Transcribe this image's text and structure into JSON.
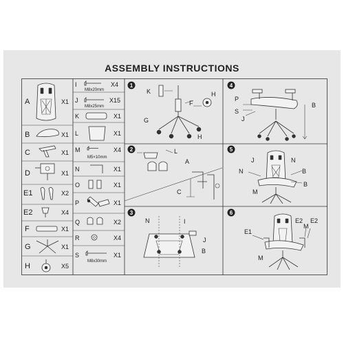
{
  "title": "ASSEMBLY INSTRUCTIONS",
  "parts_left": [
    {
      "letter": "A",
      "qty": "X1"
    },
    {
      "letter": "B",
      "qty": "X1"
    },
    {
      "letter": "C",
      "qty": "X1"
    },
    {
      "letter": "D",
      "qty": "X1"
    },
    {
      "letter": "E1",
      "qty": "X2"
    },
    {
      "letter": "E2",
      "qty": "X4"
    },
    {
      "letter": "F",
      "qty": "X1"
    },
    {
      "letter": "G",
      "qty": "X1"
    },
    {
      "letter": "H",
      "qty": "X5"
    }
  ],
  "parts_right": [
    {
      "letter": "I",
      "qty": "X4",
      "spec": "M8x20mm"
    },
    {
      "letter": "J",
      "qty": "X15",
      "spec": "M8x25mm"
    },
    {
      "letter": "K",
      "qty": "X1",
      "spec": ""
    },
    {
      "letter": "L",
      "qty": "X1",
      "spec": ""
    },
    {
      "letter": "M",
      "qty": "X4",
      "spec": "M5×10mm"
    },
    {
      "letter": "N",
      "qty": "X1",
      "spec": ""
    },
    {
      "letter": "O",
      "qty": "X1",
      "spec": ""
    },
    {
      "letter": "P",
      "qty": "X1",
      "spec": ""
    },
    {
      "letter": "Q",
      "qty": "X2",
      "spec": ""
    },
    {
      "letter": "R",
      "qty": "X4",
      "spec": ""
    },
    {
      "letter": "S",
      "qty": "X1",
      "spec": "M8x30mm"
    }
  ],
  "steps": [
    {
      "number": "1",
      "labels": [
        "K",
        "H",
        "F",
        "G",
        "H"
      ]
    },
    {
      "number": "2",
      "labels": [
        "L",
        "A",
        "C"
      ]
    },
    {
      "number": "3",
      "labels": [
        "N",
        "I",
        "J",
        "B"
      ]
    },
    {
      "number": "4",
      "labels": [
        "P",
        "S",
        "J",
        "B"
      ]
    },
    {
      "number": "5",
      "labels": [
        "J",
        "N",
        "N",
        "M",
        "B",
        "B"
      ]
    },
    {
      "number": "6",
      "labels": [
        "E1",
        "E2",
        "M",
        "E2",
        "M"
      ]
    }
  ]
}
